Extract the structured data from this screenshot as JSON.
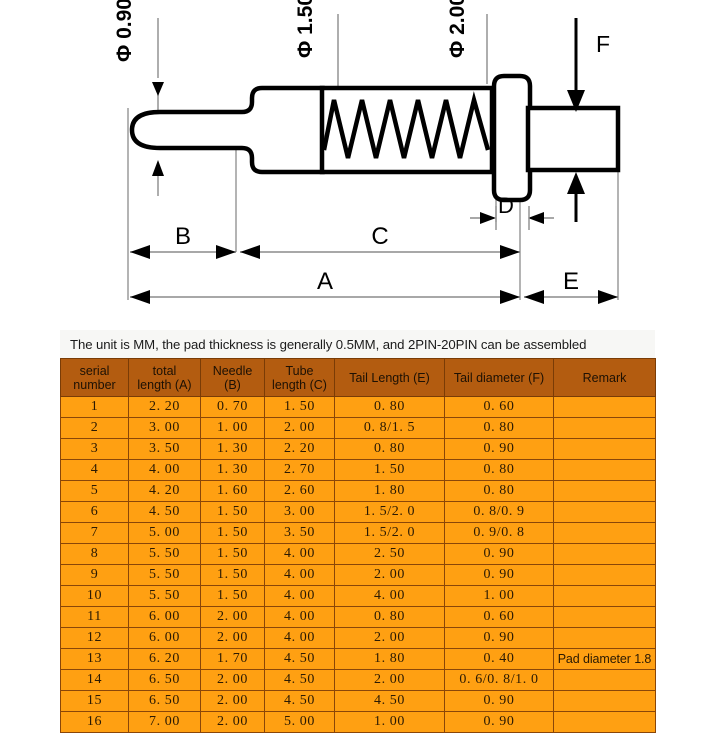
{
  "diagram": {
    "title": "Spring loaded pogo pin cross-section drawing",
    "diameter_labels": [
      {
        "id": "dia-needle",
        "text": "Φ 0.90"
      },
      {
        "id": "dia-tube",
        "text": "Φ 1.50"
      },
      {
        "id": "dia-flange",
        "text": "Φ 2.00"
      }
    ],
    "dimension_labels": [
      {
        "id": "dim-b",
        "text": "B"
      },
      {
        "id": "dim-c",
        "text": "C"
      },
      {
        "id": "dim-d",
        "text": "D"
      },
      {
        "id": "dim-a",
        "text": "A"
      },
      {
        "id": "dim-e",
        "text": "E"
      },
      {
        "id": "dim-f",
        "text": "F"
      }
    ]
  },
  "caption": {
    "text": "The unit is MM, the pad thickness is generally 0.5MM, and 2PIN-20PIN can be assembled"
  },
  "table": {
    "headers": [
      "serial number",
      "total length (A)",
      "Needle (B)",
      "Tube length (C)",
      "Tail Length (E)",
      "Tail diameter (F)",
      "Remark"
    ],
    "headers_lines": [
      [
        "serial",
        "number"
      ],
      [
        "total",
        "length (A)"
      ],
      [
        "Needle",
        "(B)"
      ],
      [
        "Tube",
        "length (C)"
      ],
      [
        "Tail Length (E)"
      ],
      [
        "Tail diameter (F)"
      ],
      [
        "Remark"
      ]
    ],
    "rows": [
      {
        "serial": "1",
        "total": "2. 20",
        "needle": "0. 70",
        "tube": "1. 50",
        "tail_length": "0. 80",
        "tail_diameter": "0. 60",
        "remark": ""
      },
      {
        "serial": "2",
        "total": "3. 00",
        "needle": "1. 00",
        "tube": "2. 00",
        "tail_length": "0. 8/1. 5",
        "tail_diameter": "0. 80",
        "remark": ""
      },
      {
        "serial": "3",
        "total": "3. 50",
        "needle": "1. 30",
        "tube": "2. 20",
        "tail_length": "0. 80",
        "tail_diameter": "0. 90",
        "remark": ""
      },
      {
        "serial": "4",
        "total": "4. 00",
        "needle": "1. 30",
        "tube": "2. 70",
        "tail_length": "1. 50",
        "tail_diameter": "0. 80",
        "remark": ""
      },
      {
        "serial": "5",
        "total": "4. 20",
        "needle": "1. 60",
        "tube": "2. 60",
        "tail_length": "1. 80",
        "tail_diameter": "0. 80",
        "remark": ""
      },
      {
        "serial": "6",
        "total": "4. 50",
        "needle": "1. 50",
        "tube": "3. 00",
        "tail_length": "1. 5/2. 0",
        "tail_diameter": "0. 8/0. 9",
        "remark": ""
      },
      {
        "serial": "7",
        "total": "5. 00",
        "needle": "1. 50",
        "tube": "3. 50",
        "tail_length": "1. 5/2. 0",
        "tail_diameter": "0. 9/0. 8",
        "remark": ""
      },
      {
        "serial": "8",
        "total": "5. 50",
        "needle": "1. 50",
        "tube": "4. 00",
        "tail_length": "2. 50",
        "tail_diameter": "0. 90",
        "remark": ""
      },
      {
        "serial": "9",
        "total": "5. 50",
        "needle": "1. 50",
        "tube": "4. 00",
        "tail_length": "2. 00",
        "tail_diameter": "0. 90",
        "remark": ""
      },
      {
        "serial": "10",
        "total": "5. 50",
        "needle": "1. 50",
        "tube": "4. 00",
        "tail_length": "4. 00",
        "tail_diameter": "1. 00",
        "remark": ""
      },
      {
        "serial": "11",
        "total": "6. 00",
        "needle": "2. 00",
        "tube": "4. 00",
        "tail_length": "0. 80",
        "tail_diameter": "0. 60",
        "remark": ""
      },
      {
        "serial": "12",
        "total": "6. 00",
        "needle": "2. 00",
        "tube": "4. 00",
        "tail_length": "2. 00",
        "tail_diameter": "0. 90",
        "remark": ""
      },
      {
        "serial": "13",
        "total": "6. 20",
        "needle": "1. 70",
        "tube": "4. 50",
        "tail_length": "1. 80",
        "tail_diameter": "0. 40",
        "remark": "Pad diameter 1.8"
      },
      {
        "serial": "14",
        "total": "6. 50",
        "needle": "2. 00",
        "tube": "4. 50",
        "tail_length": "2. 00",
        "tail_diameter": "0. 6/0. 8/1. 0",
        "remark": ""
      },
      {
        "serial": "15",
        "total": "6. 50",
        "needle": "2. 00",
        "tube": "4. 50",
        "tail_length": "4. 50",
        "tail_diameter": "0. 90",
        "remark": ""
      },
      {
        "serial": "16",
        "total": "7. 00",
        "needle": "2. 00",
        "tube": "5. 00",
        "tail_length": "1. 00",
        "tail_diameter": "0. 90",
        "remark": ""
      }
    ]
  },
  "colors": {
    "header_bg": "#b35c10",
    "row_bg": "#ffa012",
    "grid_line": "#8a4608",
    "caption_bg": "#f7f7f5",
    "page_bg": "#ffffff",
    "ink": "#000000"
  }
}
